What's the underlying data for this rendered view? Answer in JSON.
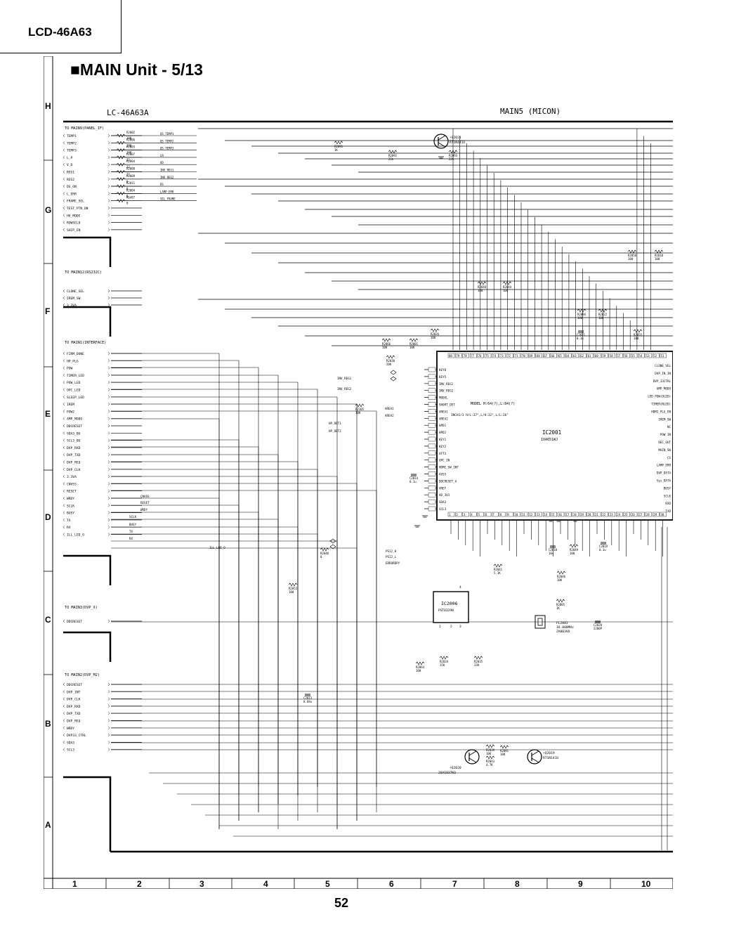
{
  "model": "LCD-46A63",
  "unit_title": "MAIN Unit - 5/13",
  "page_number": "52",
  "schematic": {
    "board_name": "LC-46A63A",
    "sheet_name": "MAIN5 (MICON)",
    "row_labels": [
      "H",
      "G",
      "F",
      "E",
      "D",
      "C",
      "B",
      "A"
    ],
    "col_labels": [
      "1",
      "2",
      "3",
      "4",
      "5",
      "6",
      "7",
      "8",
      "9",
      "10"
    ],
    "connectors": {
      "panel_if": {
        "title": "TO MAIN9(PANEL_IF)",
        "signals": [
          "TEMP1",
          "TEMP2",
          "TEMP3",
          "L_P",
          "V_D",
          "REG1",
          "REG2",
          "DS_ON",
          "L_ERR",
          "FRAME_SEL",
          "TEST_PTN_ON",
          "HV_MODE",
          "ROWSEL0",
          "SHIP_EN"
        ]
      },
      "rs232c": {
        "title": "TO MAIN12(RS232C)",
        "signals": [
          "CLONE_SEL",
          "IREM_SW",
          "3.3VA"
        ]
      },
      "interface": {
        "title": "TO MAIN1(INTERFACE)",
        "signals": [
          "FIRM_DONE",
          "HP_PLG",
          "POW",
          "TIMER_LED",
          "POW_LED",
          "OPC_LED",
          "SLEEP_LED",
          "IREM",
          "POW2",
          "AMP_MODO",
          "DDCRESET",
          "SDA3_BU",
          "SCL3_BU",
          "DVP_RXD",
          "DVP_TXD",
          "DVP_REQ",
          "DVP_CLK",
          "3.3VA",
          "CNVSS",
          "RESET",
          "WRDY",
          "SCLK",
          "BUSY",
          "TX",
          "RX",
          "ILL_LED_O"
        ]
      },
      "dvp_x": {
        "title": "TO MAIN3(DVP_X)",
        "signals": [
          "DDCRESET"
        ]
      },
      "dvp_m2": {
        "title": "TO MAIN2(DVP_M2)",
        "signals": [
          "DDCRESET",
          "DVP_INT",
          "DVP_CLK",
          "DVP_RXD",
          "DVP_TXD",
          "DVP_REQ",
          "WRDY",
          "DVP33_CTRL",
          "SDA3",
          "SCL3"
        ]
      }
    },
    "panel_resistors": [
      {
        "ref": "R2002",
        "val": "100",
        "sig": "QS_TEMP1"
      },
      {
        "ref": "R2006",
        "val": "100",
        "sig": "QS_TEMP2"
      },
      {
        "ref": "R2003",
        "val": "100",
        "sig": "QS_TEMP3"
      },
      {
        "ref": "R2007",
        "val": "22",
        "sig": "LR"
      },
      {
        "ref": "R2004",
        "val": "22",
        "sig": "UD"
      },
      {
        "ref": "R2008",
        "val": "22",
        "sig": "INV_REG1"
      },
      {
        "ref": "R2009",
        "val": "0",
        "sig": "INV_REG2"
      },
      {
        "ref": "R2011",
        "val": "0",
        "sig": "DS"
      },
      {
        "ref": "R2004",
        "val": "0",
        "sig": "LAMP_ERR"
      },
      {
        "ref": "R6487",
        "val": "0",
        "sig": "SEL_FRAME"
      }
    ],
    "ic_main": {
      "ref": "IC2001",
      "part": "IXA651WJ",
      "note1": "MODEL H:64(?),L:84(?)",
      "note2": "INCH1/3 H/L:37\",L/H:32\",L/L:26\"",
      "left_pins": [
        "KEY0",
        "KEY5",
        "INV_REG1",
        "INV_REG2",
        "MODEL",
        "SHORT_DET",
        "AREA1",
        "AREA2",
        "HPD1",
        "HPD2",
        "KEY1",
        "KEY2",
        "AFT3",
        "OPC_IN",
        "HDMI_SW_INT",
        "AVSS",
        "DDCRESET_A",
        "VREF",
        "AD_3V3",
        "SDA3",
        "SCL3"
      ],
      "right_pins": [
        "CLONE_SEL",
        "DVP_IN_IN",
        "DVP_33CTRL",
        "AMP_MODO",
        "LED POW(OLED)",
        "TIMER(RLED)",
        "HDMI_PLG_EN",
        "IREM_SW",
        "NC",
        "POW IN",
        "DEC_OUT",
        "MAIN_SW",
        "CS",
        "LAMP_ERR",
        "DVP_DATA",
        "Sys_DATA",
        "BUSY",
        "SCLK",
        "RXD",
        "TXD"
      ],
      "top_pin_nos": [
        "80",
        "79",
        "78",
        "77",
        "76",
        "75",
        "74",
        "73",
        "72",
        "71",
        "70",
        "69",
        "68",
        "67",
        "66",
        "65",
        "64",
        "63",
        "62",
        "61",
        "60",
        "59",
        "58",
        "57",
        "56",
        "55",
        "54",
        "53",
        "52",
        "51"
      ],
      "bottom_pin_nos": [
        "1",
        "2",
        "3",
        "4",
        "5",
        "6",
        "7",
        "8",
        "9",
        "10",
        "11",
        "12",
        "13",
        "14",
        "15",
        "16",
        "17",
        "18",
        "19",
        "20",
        "21",
        "22",
        "23",
        "24",
        "25",
        "26",
        "27",
        "28",
        "29",
        "30"
      ]
    },
    "ic_reset": {
      "ref": "IC2006",
      "part": "PST8329N",
      "pins": [
        "1",
        "2",
        "3",
        "4"
      ]
    },
    "transistors": [
      {
        "ref": "Q2021",
        "part": "RT1N441U"
      },
      {
        "ref": "Q2019",
        "part": "RT1N141U"
      },
      {
        "ref": "Q2020",
        "part": "2SA1037KQ"
      }
    ],
    "filter": {
      "ref": "FL2001",
      "val": "16.000MHz",
      "part": "ZA003VU"
    },
    "signals_mid": [
      "INV_REG1",
      "INV_REG2",
      "HP_DET1",
      "HP_DET2",
      "AREA1",
      "AREA2",
      "PS12_H",
      "PS12_L",
      "ERRORDPY",
      "CNVSS",
      "RESET",
      "WRDY",
      "SCLK",
      "BUSY",
      "TX",
      "RX",
      "ILL_LED_O",
      "DDCRESET"
    ],
    "components": [
      {
        "ref": "R2091",
        "val": "1K"
      },
      {
        "ref": "R2092",
        "val": "22k"
      },
      {
        "ref": "R2093",
        "val": "22k"
      },
      {
        "ref": "R2048",
        "val": "100"
      },
      {
        "ref": "R2044",
        "val": "100"
      },
      {
        "ref": "R2050",
        "val": "100"
      },
      {
        "ref": "R2010",
        "val": "100"
      },
      {
        "ref": "R2094",
        "val": "100"
      },
      {
        "ref": "R2022",
        "val": "100"
      },
      {
        "ref": "R2026",
        "val": "100"
      },
      {
        "ref": "R2001",
        "val": "10K"
      },
      {
        "ref": "R2066",
        "val": "10K"
      },
      {
        "ref": "R2055",
        "val": "100"
      },
      {
        "ref": "C2021",
        "val": "0.1u"
      },
      {
        "ref": "R2030",
        "val": "20K"
      },
      {
        "ref": "R2105",
        "val": "10K"
      },
      {
        "ref": "C2014",
        "val": "0.1u"
      },
      {
        "ref": "R2040",
        "val": "0"
      },
      {
        "ref": "R2041",
        "val": "5.1K"
      },
      {
        "ref": "C2018",
        "val": "10u"
      },
      {
        "ref": "R2049",
        "val": "100"
      },
      {
        "ref": "R2046",
        "val": "10K"
      },
      {
        "ref": "C2019",
        "val": "0.1u"
      },
      {
        "ref": "R2052",
        "val": "100"
      },
      {
        "ref": "R2005",
        "val": "1K"
      },
      {
        "ref": "C2020",
        "val": "2200P"
      },
      {
        "ref": "R2064",
        "val": "100"
      },
      {
        "ref": "R2034",
        "val": "15K"
      },
      {
        "ref": "R2035",
        "val": "33K"
      },
      {
        "ref": "C2013",
        "val": "0.68u"
      },
      {
        "ref": "R2081",
        "val": "100"
      },
      {
        "ref": "R2043",
        "val": "4.7K"
      },
      {
        "ref": "R2039",
        "val": "10K"
      }
    ]
  }
}
